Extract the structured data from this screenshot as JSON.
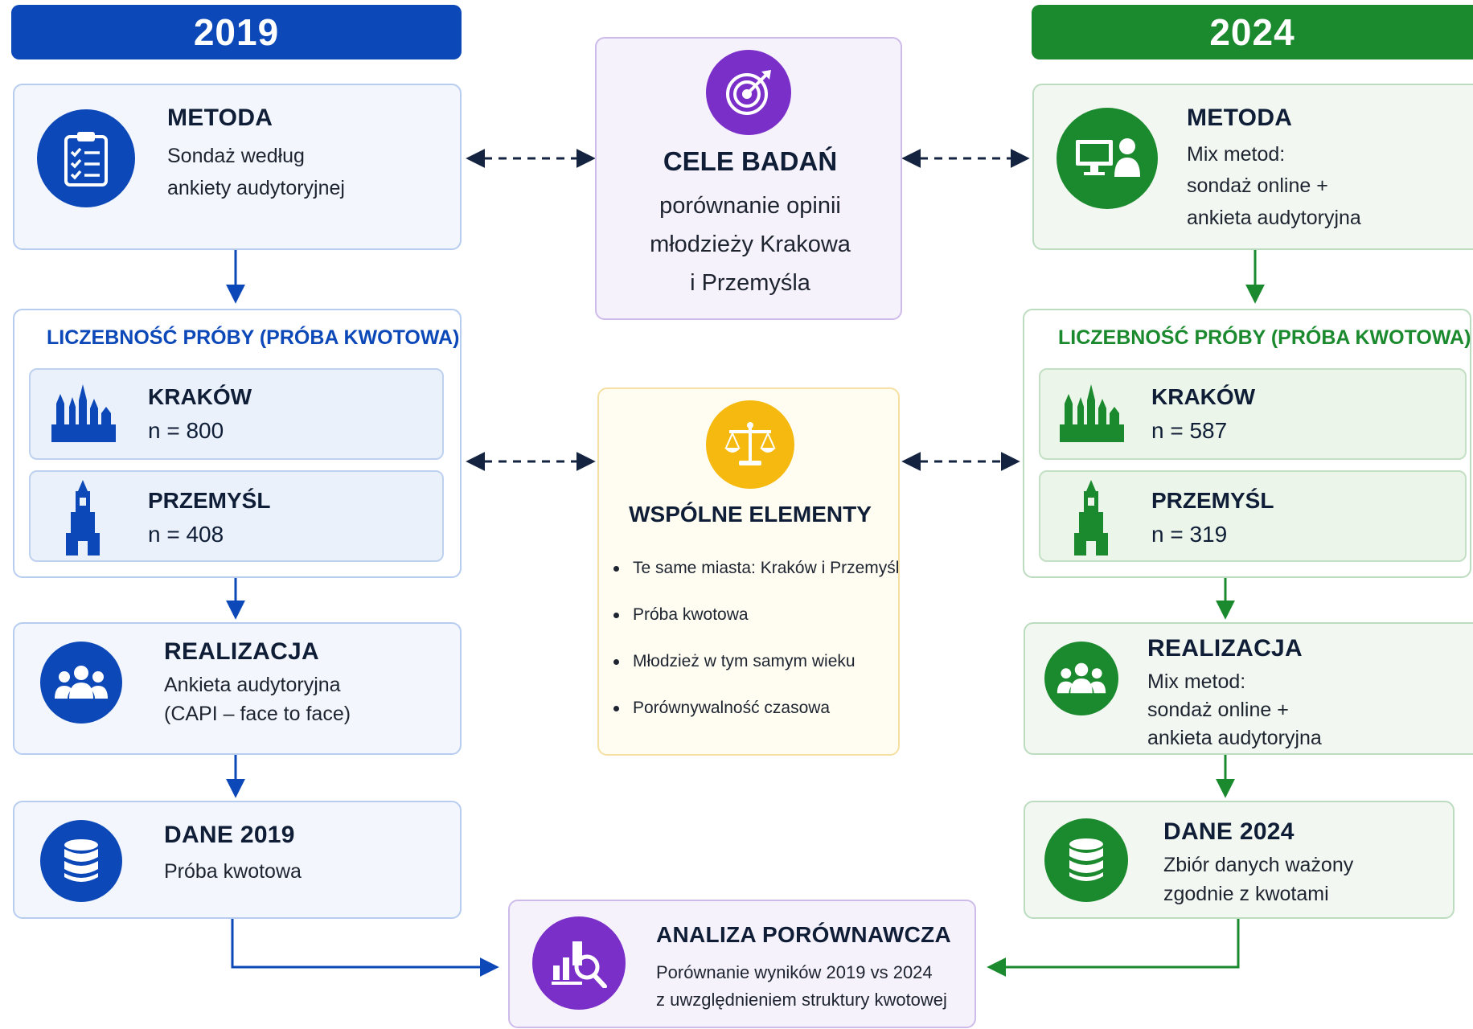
{
  "left": {
    "year": "2019",
    "metoda": {
      "title": "METODA",
      "lines": [
        "Sondaż według",
        "ankiety audytoryjnej"
      ],
      "icon": "clipboard-checklist-icon"
    },
    "sample": {
      "heading": "LICZEBNOŚĆ PRÓBY  (PRÓBA KWOTOWA)",
      "cities": [
        {
          "name": "KRAKÓW",
          "n": "n = 800",
          "icon": "krakow-skyline-icon"
        },
        {
          "name": "PRZEMYŚL",
          "n": "n = 408",
          "icon": "przemysl-tower-icon"
        }
      ]
    },
    "realizacja": {
      "title": "REALIZACJA",
      "lines": [
        "Ankieta audytoryjna",
        "(CAPI – face to face)"
      ],
      "icon": "people-group-icon"
    },
    "dane": {
      "title": "DANE 2019",
      "lines": [
        "Próba kwotowa"
      ],
      "icon": "database-icon"
    }
  },
  "right": {
    "year": "2024",
    "metoda": {
      "title": "METODA",
      "lines": [
        "Mix metod:",
        "sondaż online +",
        "ankieta audytoryjna"
      ],
      "icon": "computer-and-person-icon"
    },
    "sample": {
      "heading": "LICZEBNOŚĆ PRÓBY  (PRÓBA KWOTOWA)",
      "cities": [
        {
          "name": "KRAKÓW",
          "n": "n = 587",
          "icon": "krakow-skyline-icon"
        },
        {
          "name": "PRZEMYŚL",
          "n": "n = 319",
          "icon": "przemysl-tower-icon"
        }
      ]
    },
    "realizacja": {
      "title": "REALIZACJA",
      "lines": [
        "Mix metod:",
        "sondaż online +",
        "ankieta audytoryjna"
      ],
      "icon": "people-group-icon"
    },
    "dane": {
      "title": "DANE 2024",
      "lines": [
        "Zbiór danych ważony",
        "zgodnie z kwotami"
      ],
      "icon": "database-icon"
    }
  },
  "center": {
    "cele": {
      "title": "CELE BADAŃ",
      "lines": [
        "porównanie opinii",
        "młodzieży Krakowa",
        "i Przemyśla"
      ],
      "icon": "target-icon"
    },
    "wspolne": {
      "title": "WSPÓLNE ELEMENTY",
      "items": [
        "Te same miasta: Kraków i Przemyśl",
        "Próba kwotowa",
        "Młodzież w tym samym wieku",
        "Porównywalność czasowa"
      ],
      "icon": "scales-icon"
    },
    "analiza": {
      "title": "ANALIZA PORÓWNAWCZA",
      "lines": [
        "Porównanie wyników 2019 vs 2024",
        "z uwzględnieniem struktury kwotowej"
      ],
      "icon": "chart-magnifier-icon"
    }
  },
  "colors": {
    "blue": "#0c48b8",
    "green": "#1b8a2e",
    "purple": "#7b2fc9",
    "yellow": "#f5b90f",
    "dark": "#14233f"
  }
}
